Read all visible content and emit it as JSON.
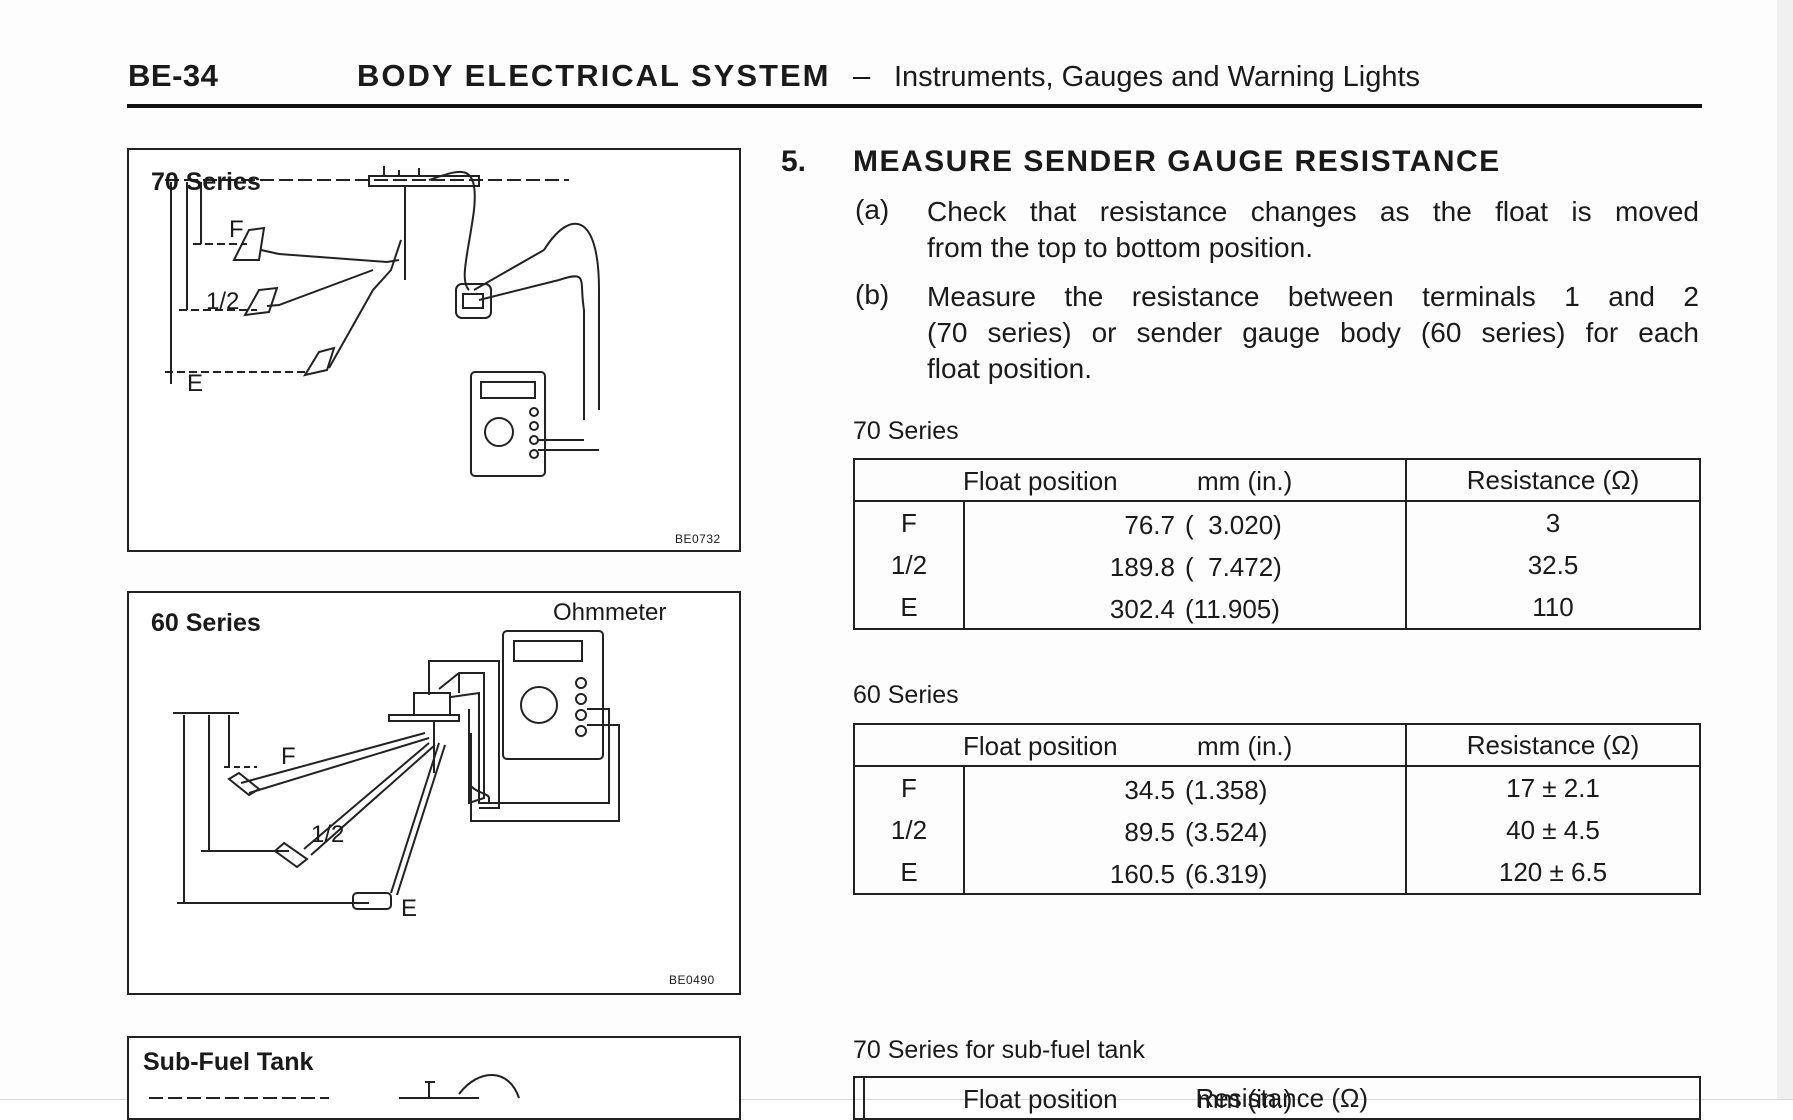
{
  "header": {
    "page_number": "BE-34",
    "section": "BODY ELECTRICAL SYSTEM",
    "dash": "–",
    "subtitle": "Instruments, Gauges and Warning Lights"
  },
  "figures": {
    "fig70": {
      "title": "70 Series",
      "code": "BE0732",
      "labels": {
        "f": "F",
        "half": "1/2",
        "e": "E"
      }
    },
    "fig60": {
      "title": "60 Series",
      "meter_label": "Ohmmeter",
      "code": "BE0490",
      "labels": {
        "f": "F",
        "half": "1/2",
        "e": "E"
      }
    },
    "fig_sub": {
      "title": "Sub-Fuel Tank"
    }
  },
  "step": {
    "number": "5.",
    "title": "MEASURE SENDER GAUGE RESISTANCE",
    "a_label": "(a)",
    "a_line1": "Check that resistance changes as the float is moved",
    "a_line2": "from the top to bottom position.",
    "b_label": "(b)",
    "b_line1": "Measure the resistance between terminals 1 and 2",
    "b_line2": "(70 series) or sender gauge body (60 series) for each",
    "b_line3": "float position."
  },
  "tables": {
    "t70": {
      "caption": "70 Series",
      "head_float": "Float position",
      "head_mm": "mm (in.)",
      "head_res": "Resistance  (Ω)",
      "rows": [
        {
          "pos": "F",
          "mm": "76.7",
          "in": "(  3.020)",
          "res": "3"
        },
        {
          "pos": "1/2",
          "mm": "189.8",
          "in": "(  7.472)",
          "res": "32.5"
        },
        {
          "pos": "E",
          "mm": "302.4",
          "in": "(11.905)",
          "res": "110"
        }
      ]
    },
    "t60": {
      "caption": "60 Series",
      "head_float": "Float position",
      "head_mm": "mm (in.)",
      "head_res": "Resistance  (Ω)",
      "rows": [
        {
          "pos": "F",
          "mm": "34.5",
          "in": "(1.358)",
          "res": "17 ± 2.1"
        },
        {
          "pos": "1/2",
          "mm": "89.5",
          "in": "(3.524)",
          "res": "40 ± 4.5"
        },
        {
          "pos": "E",
          "mm": "160.5",
          "in": "(6.319)",
          "res": "120 ± 6.5"
        }
      ]
    },
    "t_sub": {
      "caption": "70 Series for sub-fuel tank",
      "head_float": "Float position",
      "head_mm": "mm (in.)",
      "head_res": "Resistance  (Ω)"
    }
  }
}
